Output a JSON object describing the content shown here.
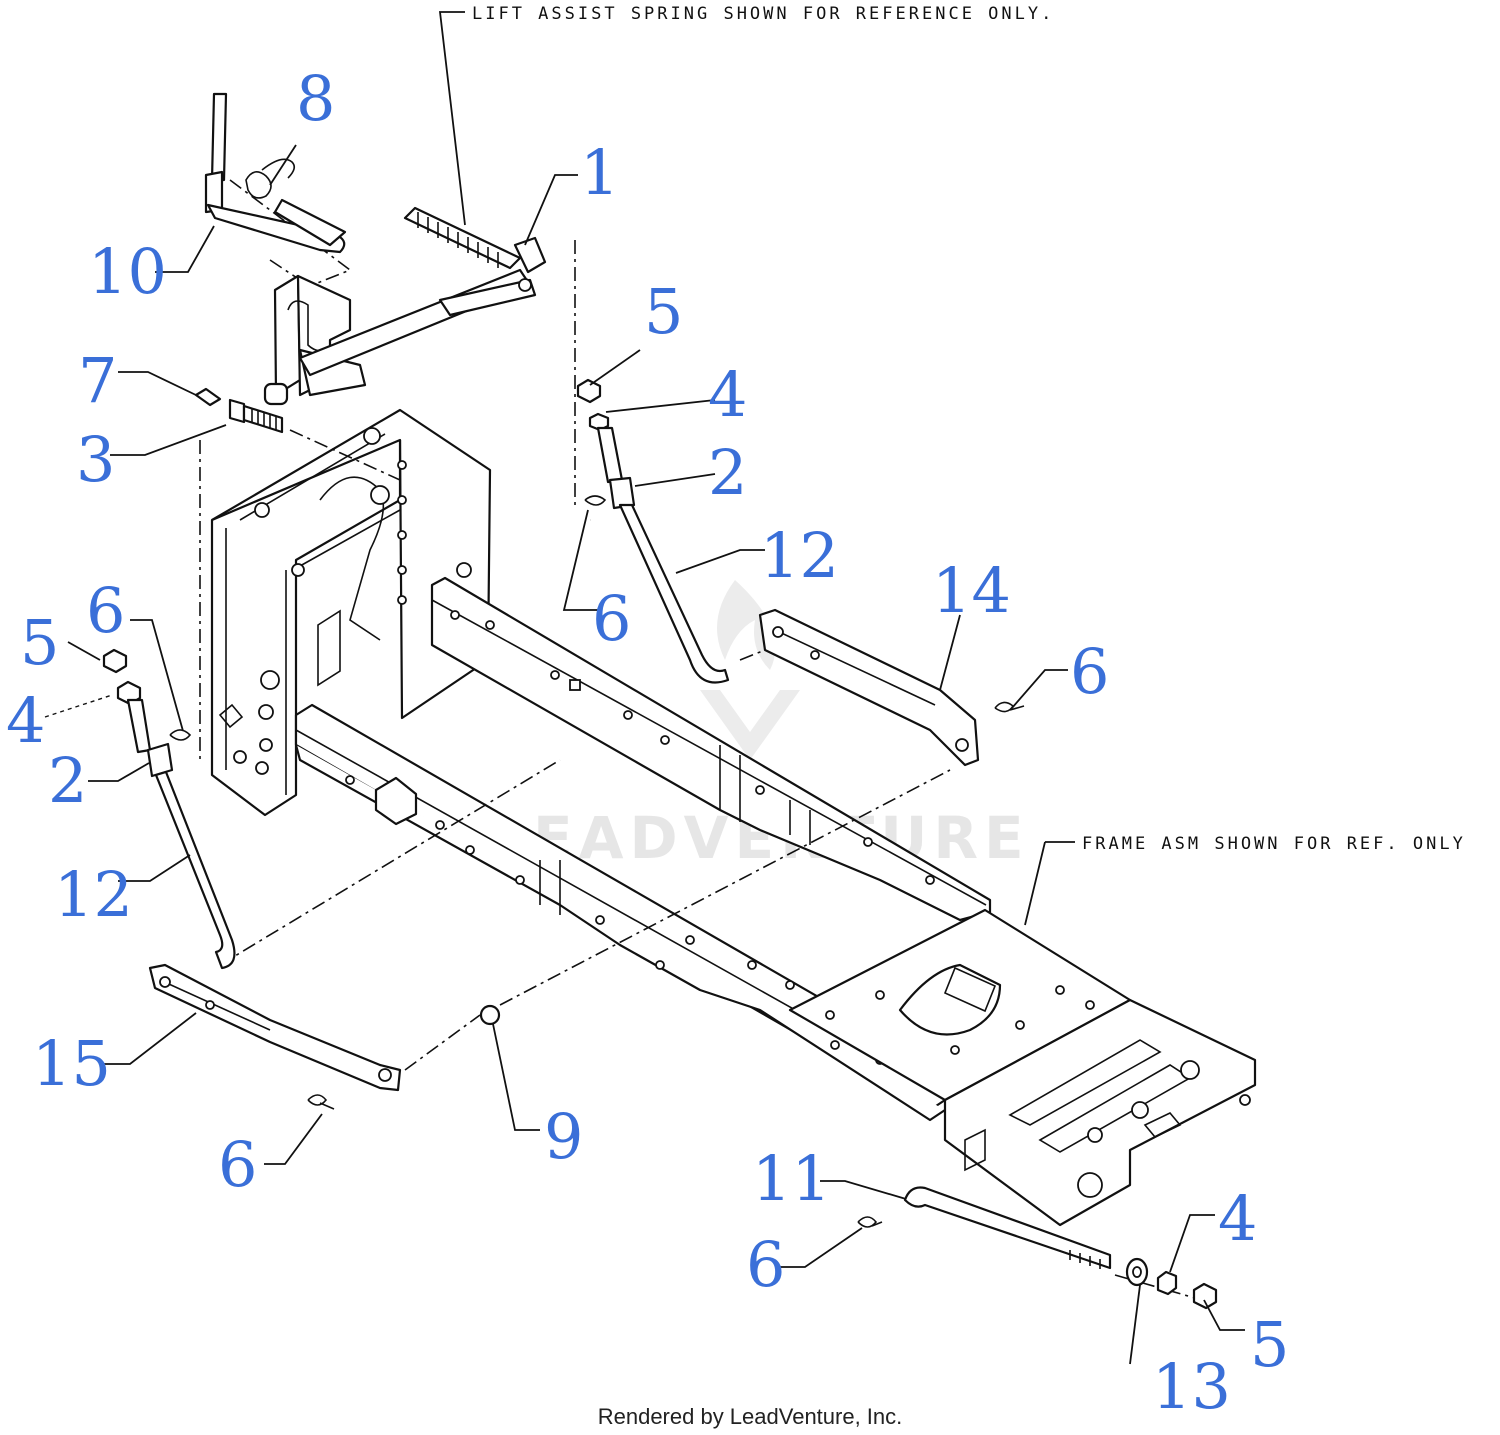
{
  "notes": {
    "lift_assist": "LIFT ASSIST SPRING SHOWN FOR REFERENCE ONLY.",
    "frame_asm": "FRAME ASM SHOWN FOR REF. ONLY"
  },
  "watermark": "LEADVENTURE",
  "footer": "Rendered by LeadVenture, Inc.",
  "colors": {
    "callout": "#3a6fd8",
    "line": "#111111"
  },
  "callouts": [
    {
      "id": "c-8",
      "label": "8"
    },
    {
      "id": "c-1",
      "label": "1"
    },
    {
      "id": "c-10",
      "label": "10"
    },
    {
      "id": "c-5a",
      "label": "5"
    },
    {
      "id": "c-7",
      "label": "7"
    },
    {
      "id": "c-4a",
      "label": "4"
    },
    {
      "id": "c-3",
      "label": "3"
    },
    {
      "id": "c-2a",
      "label": "2"
    },
    {
      "id": "c-12a",
      "label": "12"
    },
    {
      "id": "c-6a",
      "label": "6"
    },
    {
      "id": "c-14",
      "label": "14"
    },
    {
      "id": "c-6b",
      "label": "6"
    },
    {
      "id": "c-6c",
      "label": "6"
    },
    {
      "id": "c-5b",
      "label": "5"
    },
    {
      "id": "c-4b",
      "label": "4"
    },
    {
      "id": "c-2b",
      "label": "2"
    },
    {
      "id": "c-12b",
      "label": "12"
    },
    {
      "id": "c-15",
      "label": "15"
    },
    {
      "id": "c-9",
      "label": "9"
    },
    {
      "id": "c-6d",
      "label": "6"
    },
    {
      "id": "c-11",
      "label": "11"
    },
    {
      "id": "c-4c",
      "label": "4"
    },
    {
      "id": "c-6e",
      "label": "6"
    },
    {
      "id": "c-5c",
      "label": "5"
    },
    {
      "id": "c-13",
      "label": "13"
    }
  ]
}
